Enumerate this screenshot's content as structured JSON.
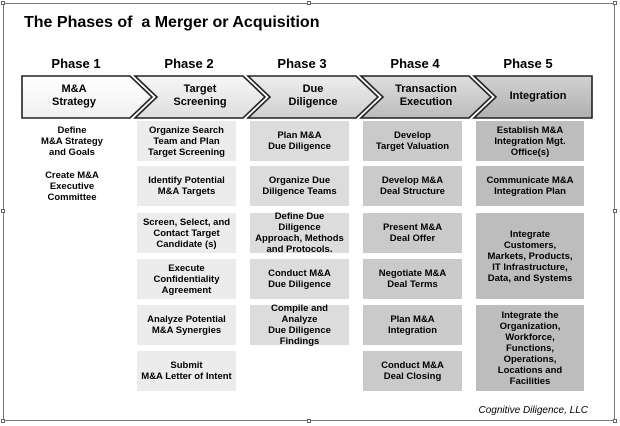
{
  "title": "The Phases of  a Merger or Acquisition",
  "footer": "Cognitive Diligence, LLC",
  "phases": [
    {
      "label": "Phase 1",
      "arrow": "M&A\nStrategy",
      "color": "#ffffff",
      "items": [
        "Define\nM&A Strategy\nand Goals",
        "Create M&A\nExecutive Committee"
      ]
    },
    {
      "label": "Phase 2",
      "arrow": "Target\nScreening",
      "color": "#ececec",
      "items": [
        "Organize Search\nTeam and Plan\nTarget Screening",
        "Identify Potential\nM&A Targets",
        "Screen, Select, and\nContact Target\nCandidate (s)",
        "Execute\nConfidentiality\nAgreement",
        "Analyze Potential\nM&A Synergies",
        "Submit\nM&A Letter of Intent"
      ]
    },
    {
      "label": "Phase 3",
      "arrow": "Due\nDiligence",
      "color": "#dcdcdc",
      "items": [
        "Plan M&A\nDue Diligence",
        "Organize Due\nDiligence Teams",
        "Define Due Diligence\nApproach, Methods\nand Protocols.",
        "Conduct M&A\nDue  Diligence",
        "Compile and Analyze\nDue Diligence\nFindings"
      ]
    },
    {
      "label": "Phase 4",
      "arrow": "Transaction\nExecution",
      "color": "#cacaca",
      "items": [
        "Develop\nTarget Valuation",
        "Develop M&A\nDeal Structure",
        "Present M&A\nDeal Offer",
        "Negotiate M&A\nDeal Terms",
        "Plan M&A\nIntegration",
        "Conduct M&A\nDeal Closing"
      ]
    },
    {
      "label": "Phase 5",
      "arrow": "Integration",
      "color": "#bdbdbd",
      "items": [
        "Establish M&A\nIntegration Mgt.\nOffice(s)",
        "Communicate M&A\nIntegration Plan",
        "Integrate\nCustomers,\nMarkets, Products,\nIT Infrastructure,\nData, and Systems",
        "Integrate the\nOrganization,\nWorkforce,\nFunctions,\nOperations,\nLocations and\nFacilities"
      ]
    }
  ]
}
